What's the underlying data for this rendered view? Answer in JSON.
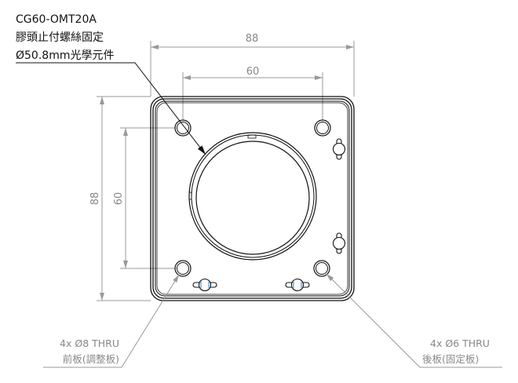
{
  "part_note": {
    "model": "CG60-OMT20A",
    "line2": "膠頭止付螺絲固定",
    "line3": "Ø50.8mm光學元件"
  },
  "dimensions": {
    "overall_width": "88",
    "hole_spacing_width": "60",
    "overall_height": "88",
    "hole_spacing_height": "60"
  },
  "callouts": {
    "front": {
      "holes": "4x Ø8 THRU",
      "label": "前板(調整板)"
    },
    "rear": {
      "holes": "4x Ø6 THRU",
      "label": "後板(固定板)"
    }
  },
  "colors": {
    "outline": "#111111",
    "dimension": "#999999",
    "accent": "#3a8fd0"
  }
}
